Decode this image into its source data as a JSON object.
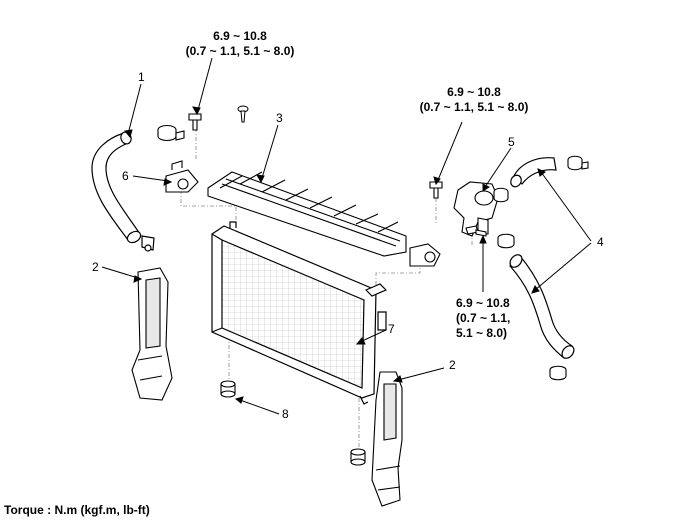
{
  "torque_specs": {
    "top": {
      "line1": "6.9 ~ 10.8",
      "line2": "(0.7 ~ 1.1, 5.1 ~ 8.0)"
    },
    "right": {
      "line1": "6.9 ~ 10.8",
      "line2": "(0.7 ~ 1.1, 5.1 ~ 8.0)"
    },
    "bottom": {
      "line1": "6.9 ~ 10.8",
      "line2": "(0.7 ~ 1.1,",
      "line3": "5.1 ~ 8.0)"
    }
  },
  "callouts": {
    "c1": "1",
    "c2_left": "2",
    "c2_right": "2",
    "c3": "3",
    "c4": "4",
    "c5": "5",
    "c6": "6",
    "c7": "7",
    "c8": "8"
  },
  "footer": {
    "torque_unit": "Torque : N.m (kgf.m, lb-ft)"
  },
  "colors": {
    "line": "#000000",
    "dash": "#888888",
    "fill": "#ffffff",
    "shade": "#d8d8d8"
  }
}
